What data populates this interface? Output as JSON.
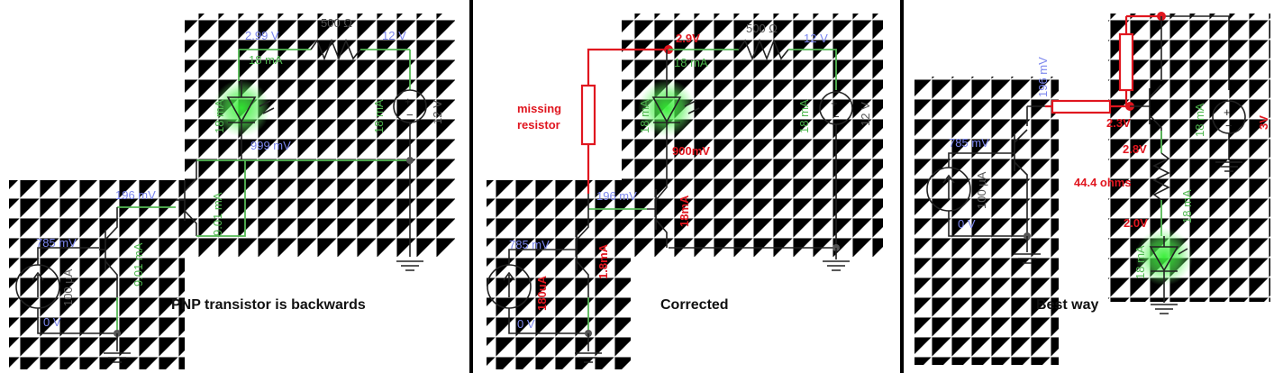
{
  "panel1": {
    "caption": "PNP transistor is backwards",
    "node_top_v": "2.99 V",
    "resistor": "500 Ω",
    "supply_node_v": "12 V",
    "loop_current": "18 mA",
    "led_current": "18 mA",
    "source_current": "18 mA",
    "source_voltage": "12 V",
    "led_bottom_v": "999 mV",
    "pnp_base_v": "196 mV",
    "pnp_current": "9.01 mA",
    "npn_base_v": "785 mV",
    "npn_current": "9.01 mA",
    "isource": "100 µA",
    "ground_v": "0 V"
  },
  "panel2": {
    "caption": "Corrected",
    "node_top_v": "2.9V",
    "resistor": "500 Ω",
    "supply_node_v": "12 V",
    "loop_current": "18 mA",
    "led_current": "18 mA",
    "source_current": "18 mA",
    "source_voltage": "12 V",
    "missing_line1": "missing",
    "missing_line2": "resistor",
    "led_bottom_v": "900mV",
    "pnp_base_v": "196 mV",
    "pnp_current": "18mA",
    "npn_base_v": "785 mV",
    "npn_current": "1.8mA",
    "isource": "180uA",
    "ground_v": "0 V"
  },
  "panel3": {
    "caption": "Best way",
    "npn_base_v": "196 mV",
    "npn_emitter_v": "785 mV",
    "isource": "100 µA",
    "ground_v": "0 V",
    "pnp_base_v": "2.3V",
    "pnp_collector_v": "2.8V",
    "resistor": "44.4 ohms",
    "led_top_v": "2.0V",
    "led_current_1": "18 mA",
    "led_current_2": "18 mA",
    "source_current": "18 mA",
    "source_voltage": "3V"
  },
  "colors": {
    "voltage_label": "#7b86ee",
    "current_label": "#4fb84f",
    "annotation": "#e0161f",
    "led_glow": "#33ee33"
  }
}
